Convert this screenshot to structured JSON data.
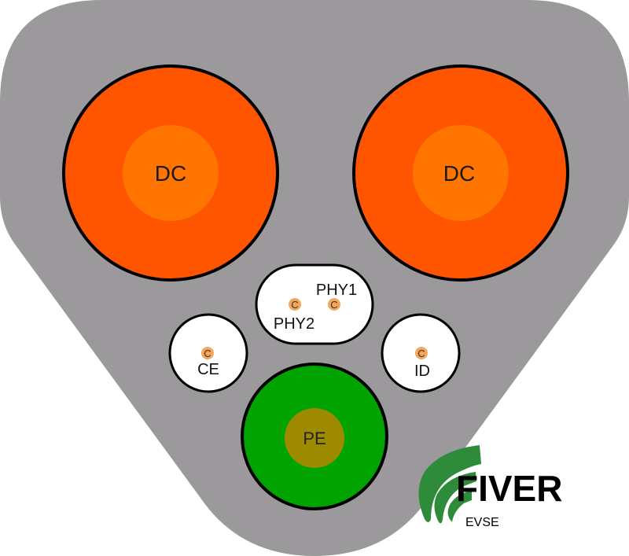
{
  "connector": {
    "dc_left": "DC",
    "dc_right": "DC",
    "phy1": "PHY1",
    "phy2": "PHY2",
    "ce": "CE",
    "id": "ID",
    "pe": "PE",
    "contact_marker": "C"
  },
  "logo": {
    "brand": "FIVER",
    "sub": "EVSE"
  },
  "colors": {
    "housing": "#9B999B",
    "dc_outer": "#FF5500",
    "dc_inner": "#FF7500",
    "pe_outer": "#00A300",
    "pe_inner": "#9E8A00",
    "contact": "#F6A55B",
    "logo_green": "#2E8B3A"
  }
}
